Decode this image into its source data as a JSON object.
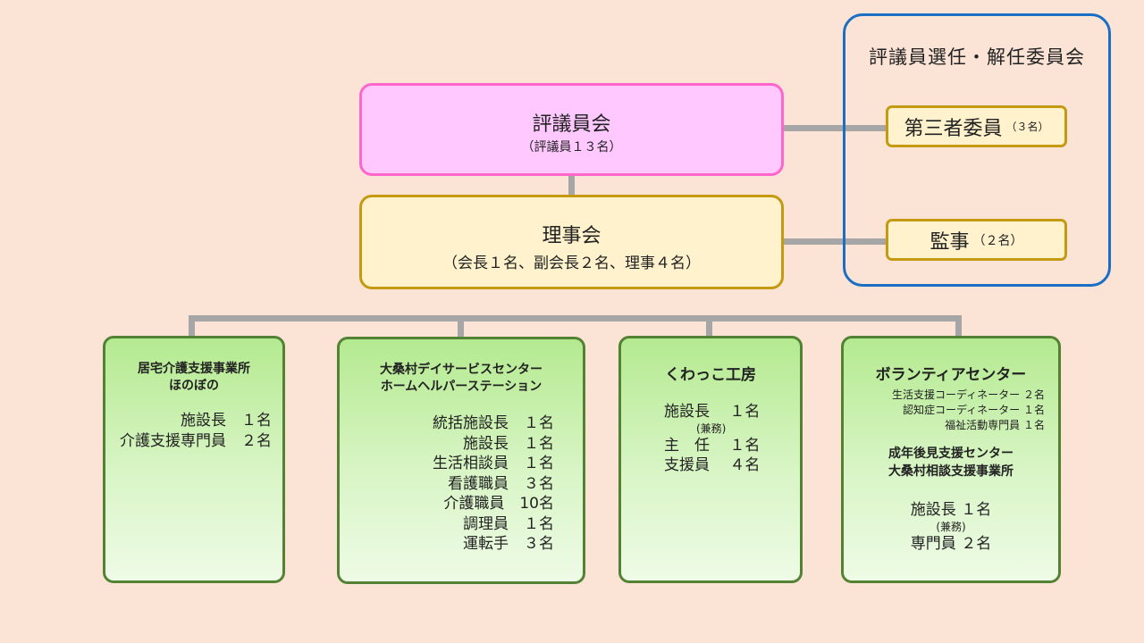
{
  "committee": {
    "title": "評議員選任・解任委員会",
    "third_party": {
      "label": "第三者委員",
      "count": "（３名）"
    },
    "auditor": {
      "label": "監事",
      "count": "（２名）"
    }
  },
  "council": {
    "label": "評議員会",
    "count": "（評議員１３名）"
  },
  "board": {
    "label": "理事会",
    "count": "（会長１名、副会長２名、理事４名）"
  },
  "units": [
    {
      "title_lines": [
        "居宅介護支援事業所",
        "ほのぼの"
      ],
      "staff": [
        "施設長　１名",
        "介護支援専門員　２名"
      ]
    },
    {
      "title_lines": [
        "大桑村デイサービスセンター",
        "ホームヘルパーステーション"
      ],
      "staff": [
        "統括施設長　１名",
        "施設長　１名",
        "生活相談員　１名",
        "看護職員　３名",
        "介護職員　10名",
        "調理員　１名",
        "運転手　３名"
      ]
    },
    {
      "title_lines": [
        "くわっこ工房"
      ],
      "staff": [
        "施設長　 １名",
        "(兼務)",
        "主　任　 １名",
        "支援員　 ４名"
      ]
    },
    {
      "title_lines": [
        "ボランティアセンター"
      ],
      "staff": [
        "生活支援コーディネーター ２名",
        "認知症コーディネーター １名",
        "福祉活動専門員 １名"
      ],
      "sub_title_lines": [
        "成年後見支援センター",
        "大桑村相談支援事業所"
      ],
      "sub_staff": [
        "施設長 １名",
        "(兼務)",
        "専門員 ２名"
      ]
    }
  ]
}
